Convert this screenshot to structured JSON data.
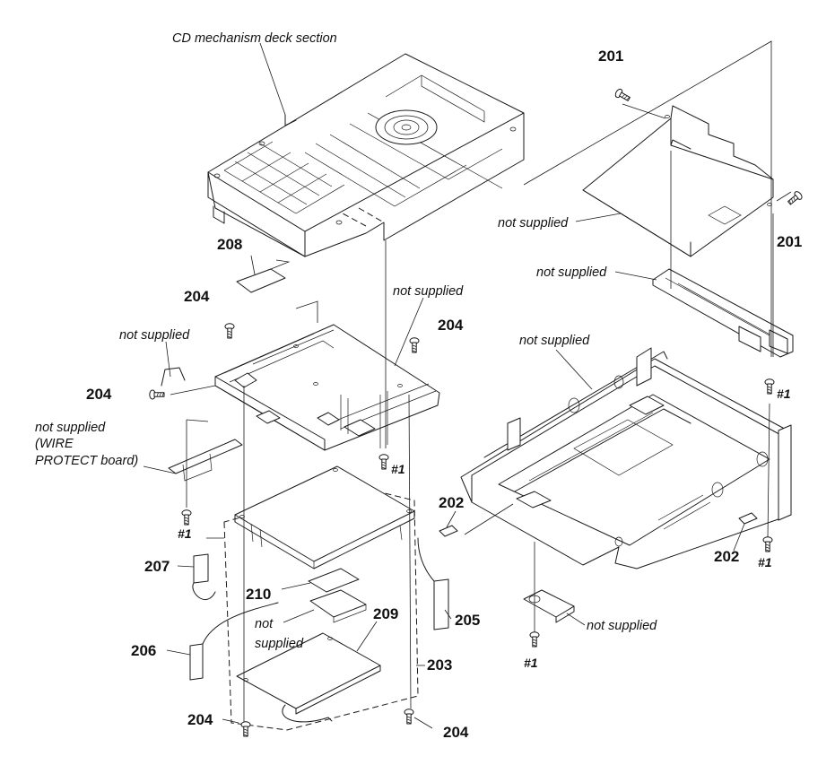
{
  "labels": {
    "title": "CD mechanism deck section",
    "not_supplied": "not supplied",
    "wire_line1": "not supplied",
    "wire_line2": "(WIRE",
    "wire_line3": "PROTECT board)",
    "not_line1": "not",
    "not_line2": "supplied",
    "ref1": "#1"
  },
  "parts": {
    "p201": "201",
    "p202": "202",
    "p203": "203",
    "p204": "204",
    "p205": "205",
    "p206": "206",
    "p207": "207",
    "p208": "208",
    "p209": "209",
    "p210": "210"
  }
}
